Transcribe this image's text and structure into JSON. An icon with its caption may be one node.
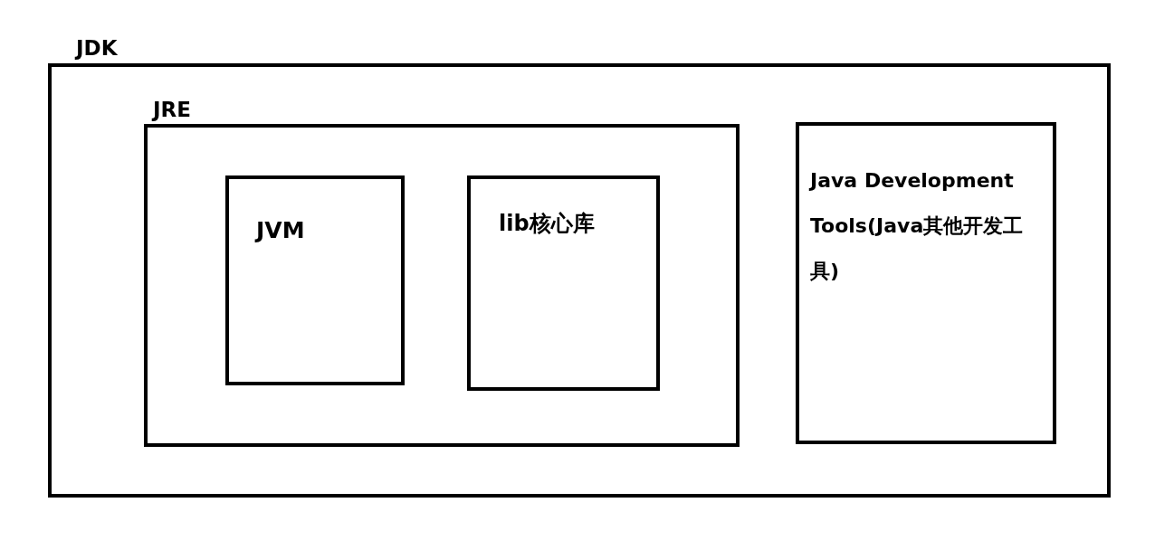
{
  "diagram": {
    "nodes": [
      {
        "text": [
          "JDK"
        ]
      },
      {
        "text": [
          "JRE"
        ],
        "in": 0
      },
      {
        "text": [
          "JVM"
        ],
        "in": 1
      },
      {
        "text": [
          "lib核心库"
        ],
        "in": 1
      },
      {
        "text": [
          "Java Development Tools(Java其他开发工具)"
        ],
        "in": 0
      }
    ]
  }
}
